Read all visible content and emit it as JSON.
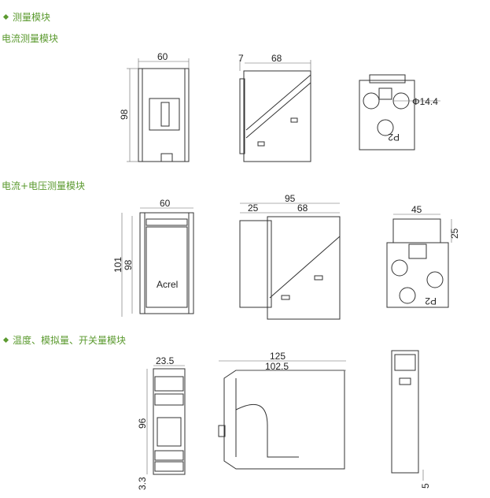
{
  "sections": [
    {
      "title": "测量模块",
      "subtitle": "电流测量模块"
    },
    {
      "title": "电流+电压测量模块"
    },
    {
      "title": "温度、模拟量、开关量模块"
    }
  ],
  "dims": {
    "s1_width": "60",
    "s1_height": "98",
    "s1_side_a": "7",
    "s1_side_b": "68",
    "s1_hole": "Φ14.4",
    "s1_mark": "P2",
    "s2_width": "60",
    "s2_height_a": "101",
    "s2_height_b": "98",
    "s2_total": "95",
    "s2_side_a": "25",
    "s2_side_b": "68",
    "s2_top": "45",
    "s2_top_h": "25",
    "s2_mark": "P2",
    "s2_brand": "Acrel",
    "s3_width": "23.5",
    "s3_height": "96",
    "s3_bottom": "3.3",
    "s3_total": "125",
    "s3_inner": "102.5",
    "s3_right": "5"
  },
  "colors": {
    "accent": "#5b9a2f"
  }
}
